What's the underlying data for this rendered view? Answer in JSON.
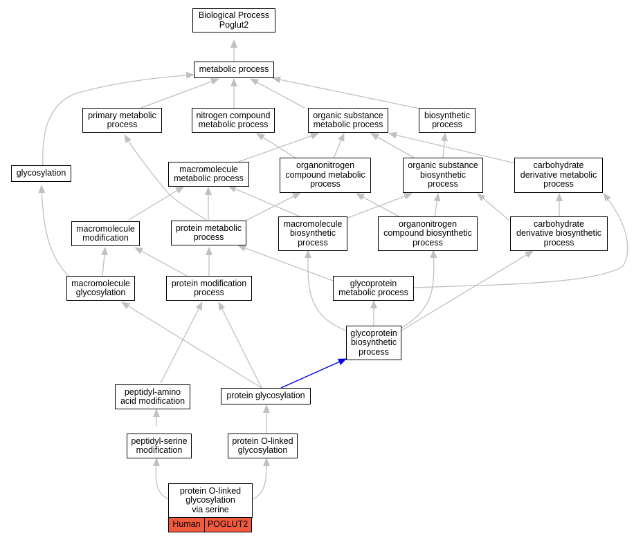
{
  "colors": {
    "edge": "#c0c0c0",
    "highlight_edge": "#0000ee",
    "badge": "#f15a3f",
    "node_border": "#000000"
  },
  "nodes": {
    "bp_root": [
      "Biological Process",
      "Poglut2"
    ],
    "metabolic_process": [
      "metabolic process"
    ],
    "primary_metabolic": [
      "primary metabolic",
      "process"
    ],
    "nitrogen_compound_metabolic": [
      "nitrogen compound",
      "metabolic process"
    ],
    "organic_substance_metabolic": [
      "organic substance",
      "metabolic process"
    ],
    "biosynthetic_process": [
      "biosynthetic",
      "process"
    ],
    "glycosylation": [
      "glycosylation"
    ],
    "macromolecule_metabolic": [
      "macromolecule",
      "metabolic process"
    ],
    "organonitrogen_compound_metabolic": [
      "organonitrogen",
      "compound metabolic",
      "process"
    ],
    "organic_substance_biosynthetic": [
      "organic substance",
      "biosynthetic",
      "process"
    ],
    "carbohydrate_derivative_metabolic": [
      "carbohydrate",
      "derivative metabolic",
      "process"
    ],
    "macromolecule_modification": [
      "macromolecule",
      "modification"
    ],
    "protein_metabolic": [
      "protein metabolic",
      "process"
    ],
    "macromolecule_biosynthetic": [
      "macromolecule",
      "biosynthetic",
      "process"
    ],
    "organonitrogen_compound_biosynthetic": [
      "organonitrogen",
      "compound biosynthetic",
      "process"
    ],
    "carbohydrate_derivative_biosynthetic": [
      "carbohydrate",
      "derivative biosynthetic",
      "process"
    ],
    "macromolecule_glycosylation": [
      "macromolecule",
      "glycosylation"
    ],
    "protein_modification": [
      "protein modification",
      "process"
    ],
    "glycoprotein_metabolic": [
      "glycoprotein",
      "metabolic process"
    ],
    "glycoprotein_biosynthetic": [
      "glycoprotein",
      "biosynthetic",
      "process"
    ],
    "peptidyl_amino_acid_modification": [
      "peptidyl-amino",
      "acid modification"
    ],
    "protein_glycosylation": [
      "protein glycosylation"
    ],
    "peptidyl_serine_modification": [
      "peptidyl-serine",
      "modification"
    ],
    "protein_o_linked_glycosylation": [
      "protein O-linked",
      "glycosylation"
    ],
    "protein_o_linked_via_serine": [
      "protein O-linked",
      "glycosylation",
      "via serine"
    ]
  },
  "badges": {
    "species": "Human",
    "gene": "POGLUT2"
  }
}
